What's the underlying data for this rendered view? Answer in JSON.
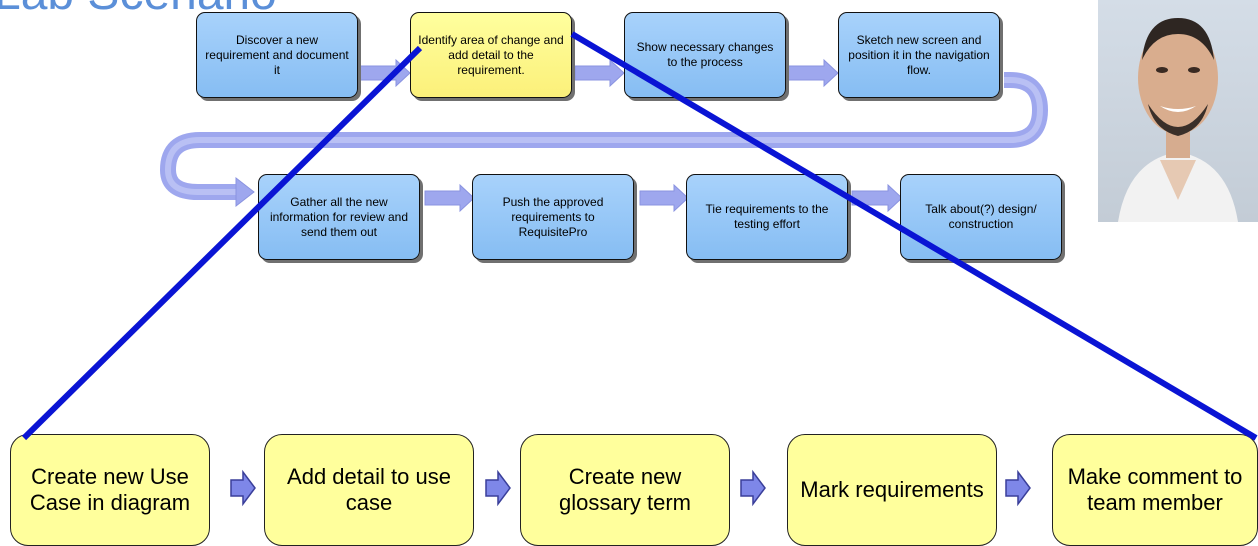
{
  "slide": {
    "title": "Lab Scenario"
  },
  "process_steps": [
    "Discover a new requirement and document it",
    "Identify area of change and add detail to the requirement.",
    "Show necessary changes to the process",
    "Sketch new screen and position it in the navigation flow.",
    "Gather all the new information for review and send them out",
    "Push the approved requirements to RequisitePro",
    "Tie  requirements to the testing effort",
    "Talk about(?) design/ construction"
  ],
  "lab_tasks": [
    "Create new Use Case in diagram",
    "Add detail to use case",
    "Create new glossary term",
    "Mark requirements",
    "Make comment to team member"
  ],
  "colors": {
    "step_fill": "#9ccbf8",
    "highlight_fill": "#ffff9e",
    "task_fill": "#ffff9c",
    "connector": "#9ea7ee",
    "zoom_line": "#0a14d4",
    "title": "#5b8fd8"
  },
  "photo": {
    "subject": "presenter-photo"
  }
}
